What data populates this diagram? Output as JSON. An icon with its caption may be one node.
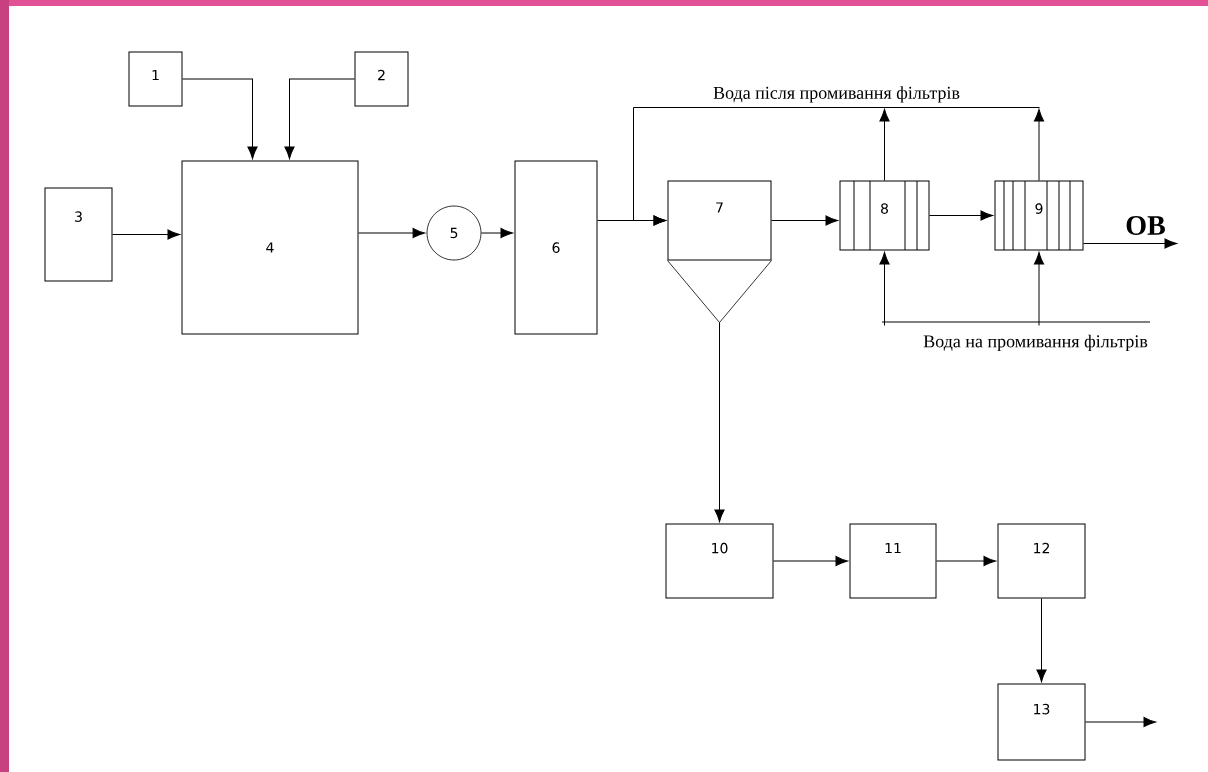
{
  "diagram": {
    "nodes": [
      {
        "text": [
          "1"
        ]
      },
      {
        "text": [
          "2"
        ]
      },
      {
        "text": [
          "3"
        ]
      },
      {
        "text": [
          "4"
        ]
      },
      {
        "text": [
          "5"
        ]
      },
      {
        "text": [
          "6"
        ]
      },
      {
        "text": [
          "7"
        ]
      },
      {
        "text": [
          "8"
        ]
      },
      {
        "text": [
          "9"
        ]
      },
      {
        "text": [
          "10"
        ]
      },
      {
        "text": [
          "11"
        ]
      },
      {
        "text": [
          "12"
        ]
      },
      {
        "text": [
          "13"
        ]
      },
      {
        "text": [
          "Вода після промивання фільтрів"
        ]
      },
      {
        "text": [
          "Вода на промивання фільтрів"
        ]
      }
    ],
    "edges": [
      {
        "from": 0,
        "to": 3,
        "arrow": "to"
      },
      {
        "from": 1,
        "to": 3,
        "arrow": "to"
      },
      {
        "from": 2,
        "to": 3,
        "arrow": "to"
      },
      {
        "from": 3,
        "to": 4,
        "arrow": "to"
      },
      {
        "from": 4,
        "to": 5,
        "arrow": "to"
      },
      {
        "from": 5,
        "to": 6,
        "arrow": "to"
      },
      {
        "from": 6,
        "to": 7,
        "arrow": "to"
      },
      {
        "from": 7,
        "to": 8,
        "arrow": "to"
      },
      {
        "from": 8,
        "to": null,
        "arrow": "to",
        "label": "ОВ"
      },
      {
        "from": 7,
        "to": 13,
        "arrow": "to"
      },
      {
        "from": 8,
        "to": 13,
        "arrow": "to"
      },
      {
        "from": 13,
        "to": 6,
        "arrow": "to"
      },
      {
        "from": 14,
        "to": 7,
        "arrow": "to"
      },
      {
        "from": 14,
        "to": 8,
        "arrow": "to"
      },
      {
        "from": 6,
        "to": 9,
        "arrow": "to"
      },
      {
        "from": 9,
        "to": 10,
        "arrow": "to"
      },
      {
        "from": 10,
        "to": 11,
        "arrow": "to"
      },
      {
        "from": 11,
        "to": 12,
        "arrow": "to"
      },
      {
        "from": 12,
        "to": null,
        "arrow": "to"
      }
    ]
  }
}
